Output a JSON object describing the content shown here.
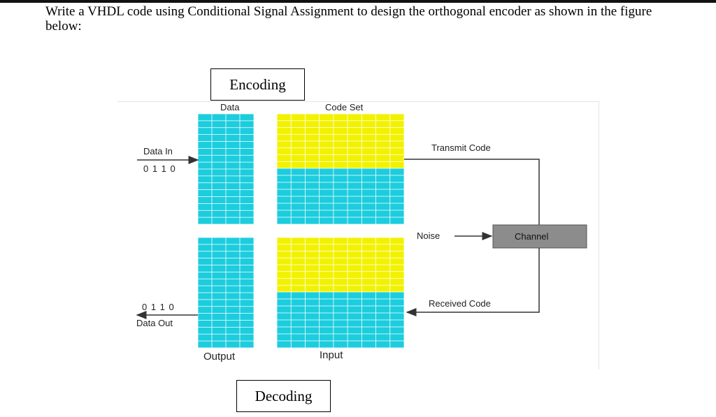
{
  "question": "Write a VHDL code using Conditional Signal Assignment to design the orthogonal encoder as shown in the figure below:",
  "encoding_label": "Encoding",
  "decoding_label": "Decoding",
  "diagram": {
    "data_header": "Data",
    "code_set_header": "Code Set",
    "data_in_label": "Data In",
    "data_in_value": "0 1 1 0",
    "data_out_label": "Data Out",
    "data_out_value": "0 1 1 0",
    "transmit_label": "Transmit Code",
    "noise_label": "Noise",
    "channel_label": "Channel",
    "received_label": "Received Code",
    "output_label": "Output",
    "input_label": "Input"
  },
  "colors": {
    "cyan": "#1ccdde",
    "yellow": "#f2f200",
    "box": "#8c8c8c"
  }
}
